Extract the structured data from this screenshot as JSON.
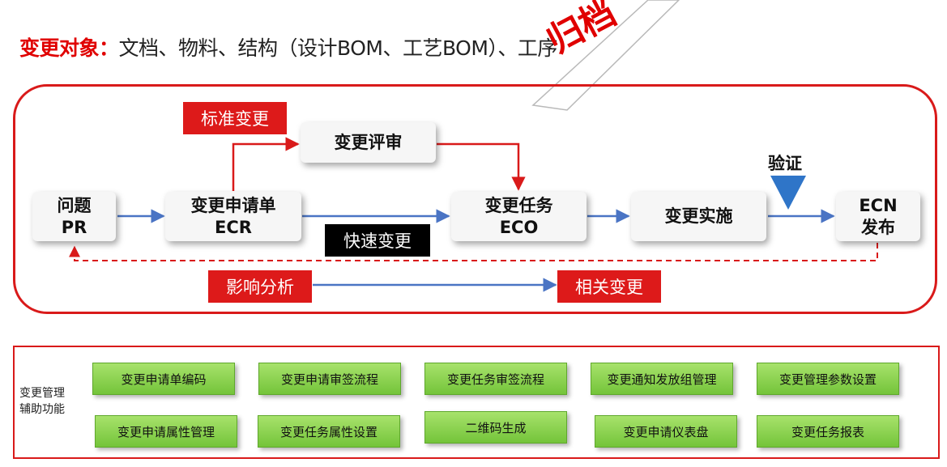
{
  "title": {
    "label": "变更对象：",
    "text": "文档、物料、结构（设计BOM、工艺BOM）、工序"
  },
  "stamp": {
    "text": "归档"
  },
  "flow": {
    "nodes": {
      "pr": {
        "line1": "问题",
        "line2": "PR"
      },
      "ecr": {
        "line1": "变更申请单",
        "line2": "ECR"
      },
      "review": {
        "line1": "变更评审"
      },
      "eco": {
        "line1": "变更任务",
        "line2": "ECO"
      },
      "implement": {
        "line1": "变更实施"
      },
      "ecn": {
        "line1": "ECN",
        "line2": "发布"
      }
    },
    "tags": {
      "standard": "标准变更",
      "fast": "快速变更",
      "impact": "影响分析",
      "related": "相关变更"
    },
    "verify": "验证"
  },
  "aux": {
    "title_line1": "变更管理",
    "title_line2": "辅助功能",
    "buttons": [
      "变更申请单编码",
      "变更申请审签流程",
      "变更任务审签流程",
      "变更通知发放组管理",
      "变更管理参数设置",
      "变更申请属性管理",
      "变更任务属性设置",
      "二维码生成",
      "变更申请仪表盘",
      "变更任务报表"
    ]
  },
  "colors": {
    "red": "#dd1a1a",
    "blue": "#4a74c4",
    "green": "#8fd14f"
  }
}
